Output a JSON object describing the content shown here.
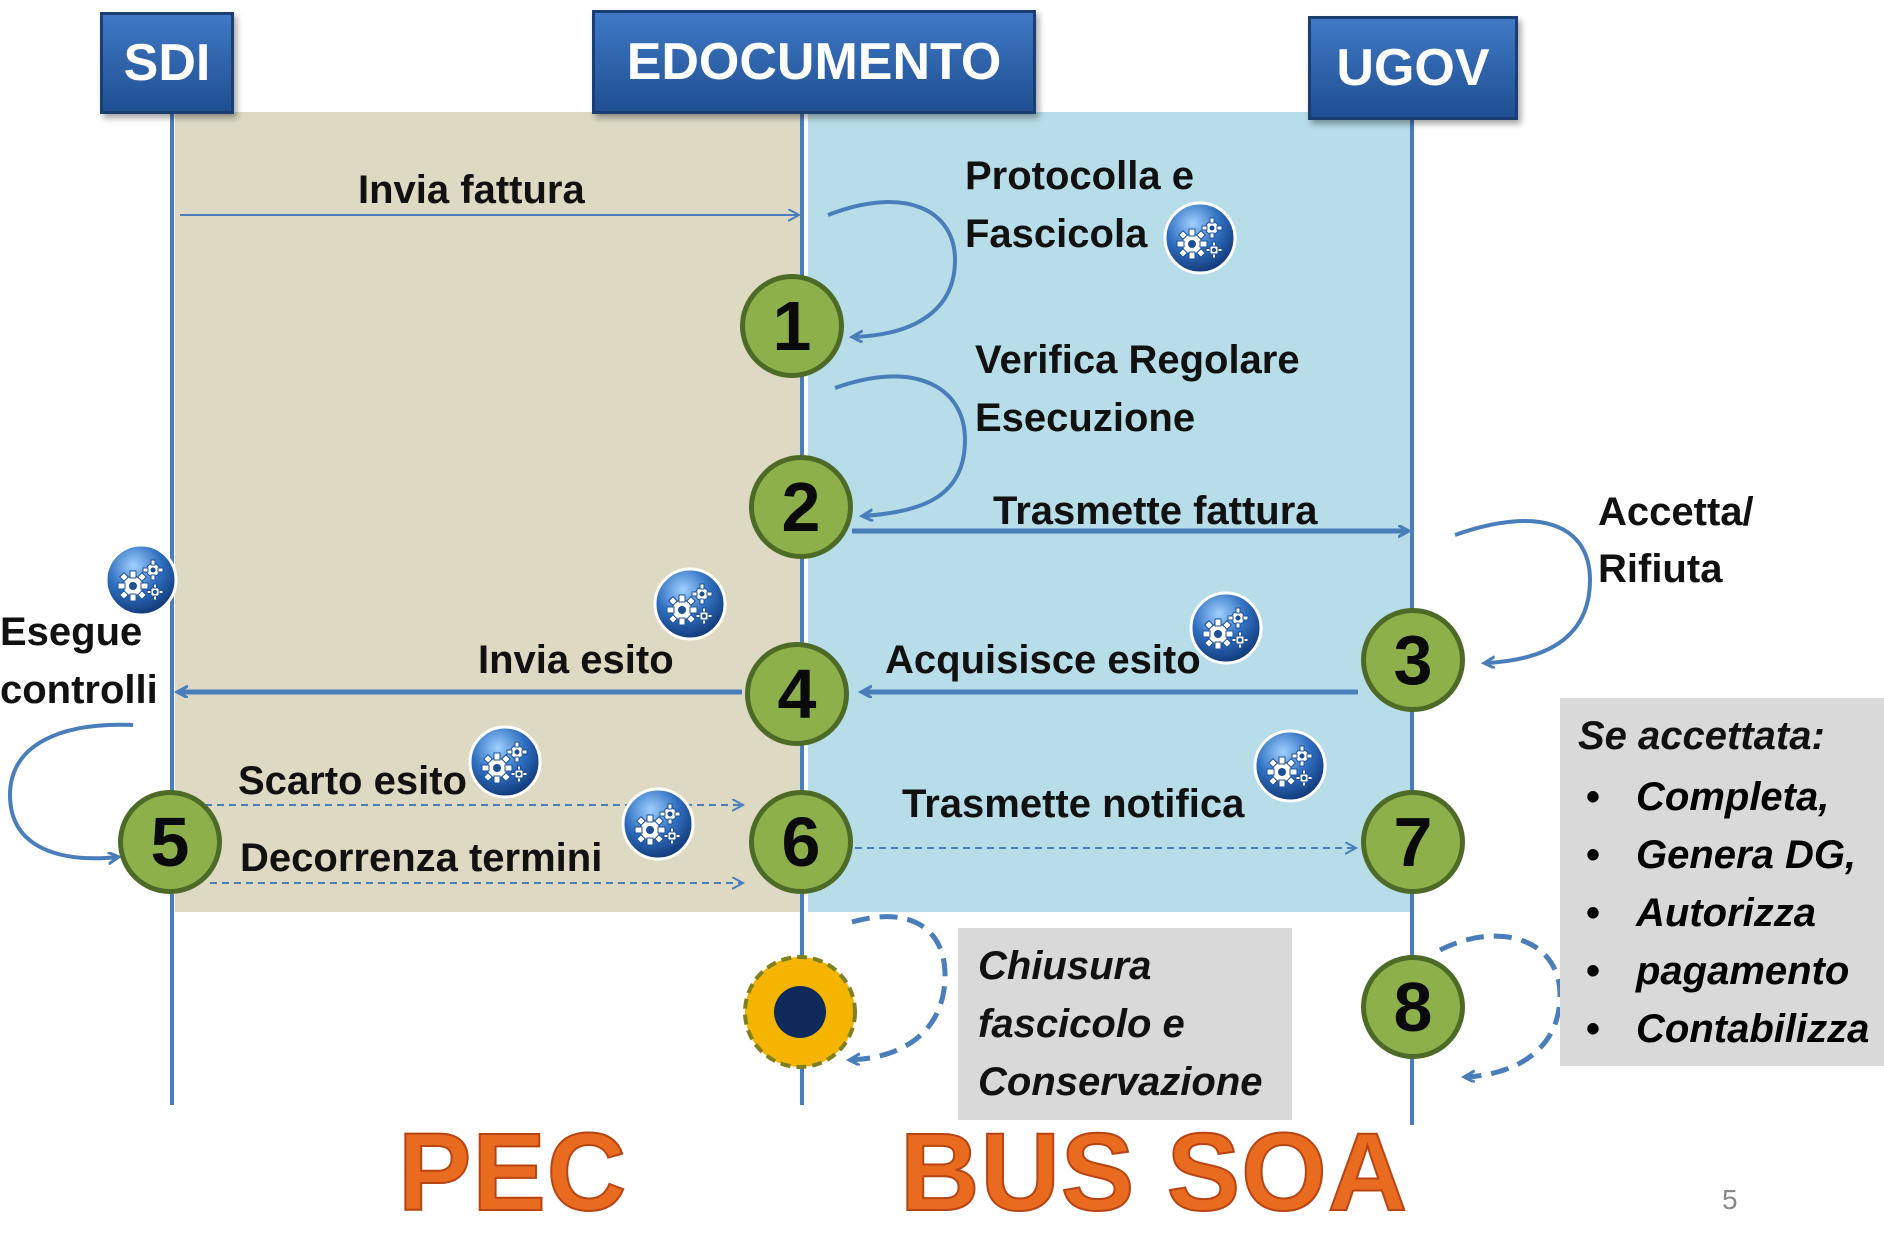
{
  "actors": {
    "sdi": "SDI",
    "edocumento": "EDOCUMENTO",
    "ugov": "UGOV"
  },
  "labels": {
    "invia_fattura": "Invia fattura",
    "protocolla": "Protocolla e",
    "fascicola": "Fascicola",
    "verifica": "Verifica Regolare",
    "esecuzione": "Esecuzione",
    "trasmette_fattura": "Trasmette fattura",
    "accetta": "Accetta/",
    "rifiuta": "Rifiuta",
    "esegue": "Esegue",
    "controlli": "controlli",
    "invia_esito": "Invia esito",
    "acquisisce_esito": "Acquisisce esito",
    "scarto_esito": "Scarto esito",
    "decorrenza": "Decorrenza termini",
    "trasmette_notifica": "Trasmette notifica"
  },
  "steps": [
    "1",
    "2",
    "3",
    "4",
    "5",
    "6",
    "7",
    "8"
  ],
  "chiusura": {
    "line1": "Chiusura",
    "line2": "fascicolo e",
    "line3": "Conservazione"
  },
  "se_accettata": {
    "title": "Se accettata:",
    "items": [
      "Completa,",
      "Genera DG,",
      "Autorizza",
      "pagamento",
      "Contabilizza"
    ]
  },
  "footer": {
    "pec": "PEC",
    "bus_soa": "BUS SOA",
    "page_number": "5"
  },
  "colors": {
    "pec_zone": "#ddd9c3",
    "bus_zone": "#b7dde8",
    "lifeline": "#4a7ebb",
    "step": "#8db04b",
    "accent": "#e86b1f"
  }
}
